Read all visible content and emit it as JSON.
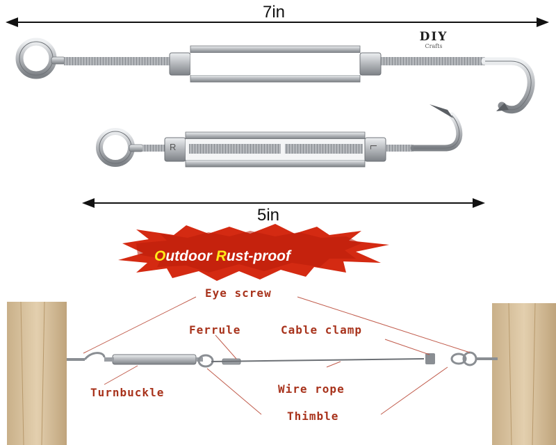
{
  "dimensions": {
    "long_label": "7in",
    "short_label": "5in"
  },
  "logo": {
    "main_text": "DIY",
    "sub_text": "Crafts"
  },
  "banner": {
    "word1_cap": "O",
    "word1_rest": "utdoor ",
    "word2_cap": "R",
    "word2_rest": "ust-proof",
    "burst_color": "#d42a12",
    "text_color": "#ffffff",
    "cap_color": "#ffea1a"
  },
  "turnbuckle_markings": {
    "left": "R",
    "right": "L"
  },
  "callouts": {
    "eye_screw": "Eye screw",
    "ferrule": "Ferrule",
    "cable_clamp": "Cable clamp",
    "turnbuckle": "Turnbuckle",
    "wire_rope": "Wire rope",
    "thimble": "Thimble"
  },
  "colors": {
    "callout_text": "#a8331c",
    "leader_line": "#c05a4a",
    "steel": "#b9bcc0",
    "wood": "#d8c3a0"
  }
}
